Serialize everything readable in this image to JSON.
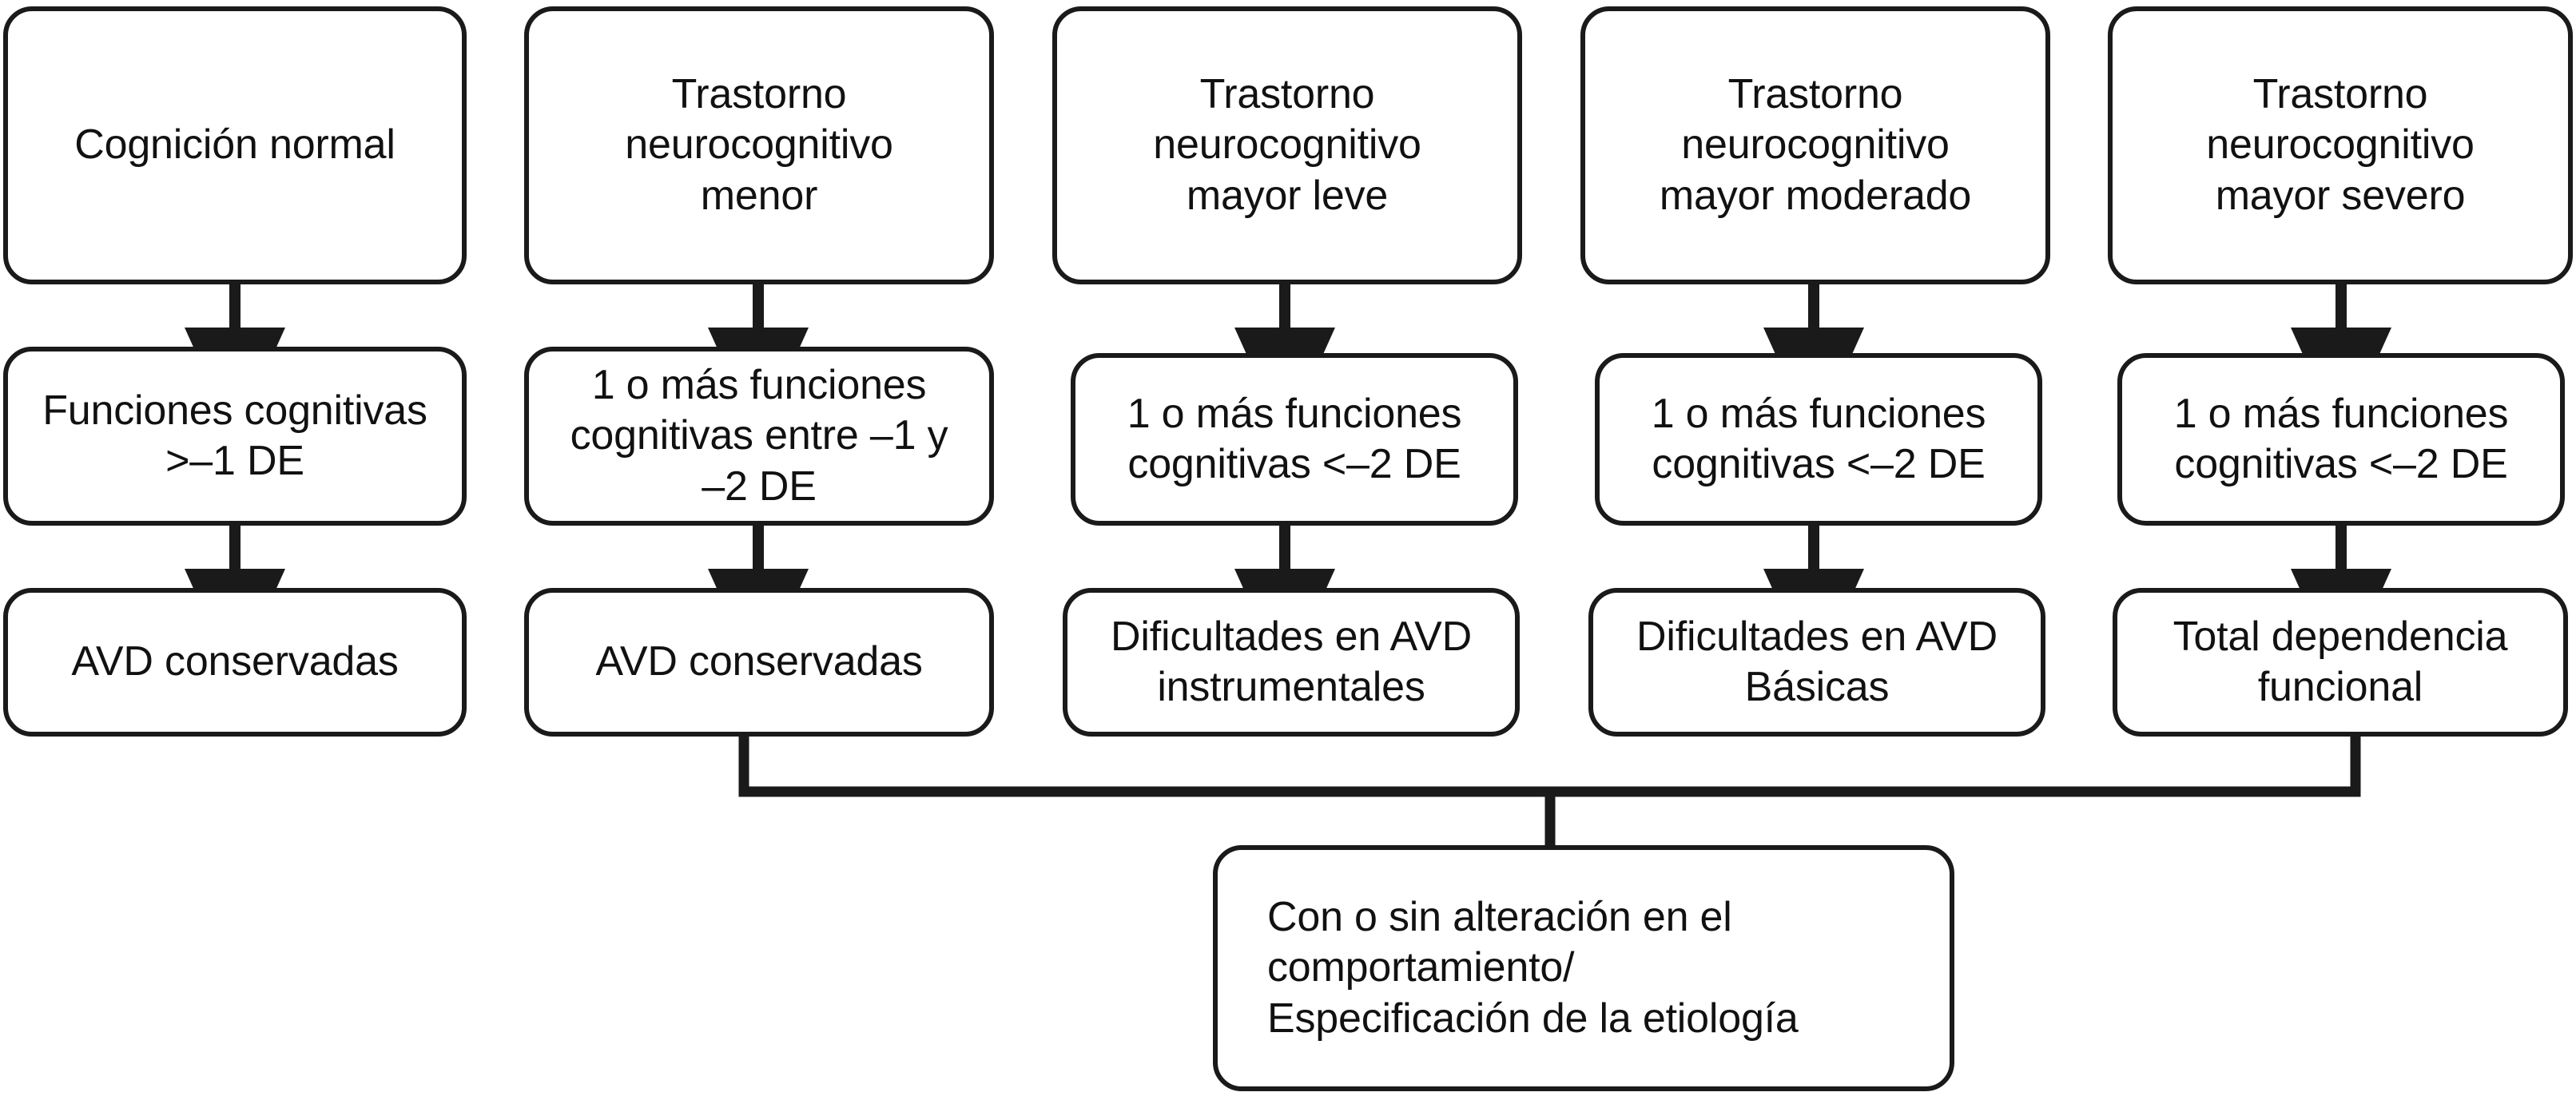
{
  "diagram": {
    "type": "flowchart",
    "title": "",
    "line_color": "#1a1a1a",
    "background_color": "#ffffff",
    "columns": [
      {
        "id": "col-1",
        "stage": "Cognición normal",
        "cognition": "Funciones cognitivas\n>–1 DE",
        "function": "AVD conservadas"
      },
      {
        "id": "col-2",
        "stage": "Trastorno\nneurocognitivo\nmenor",
        "cognition": "1 o más funciones\ncognitivas entre –1 y\n–2 DE",
        "function": "AVD conservadas"
      },
      {
        "id": "col-3",
        "stage": "Trastorno\nneurocognitivo\nmayor leve",
        "cognition": "1 o más funciones\ncognitivas <–2 DE",
        "function": "Dificultades en AVD\ninstrumentales"
      },
      {
        "id": "col-4",
        "stage": "Trastorno\nneurocognitivo\nmayor moderado",
        "cognition": "1 o más funciones\ncognitivas <–2 DE",
        "function": "Dificultades en AVD\nBásicas"
      },
      {
        "id": "col-5",
        "stage": "Trastorno\nneurocognitivo\nmayor severo",
        "cognition": "1 o más funciones\ncognitivas <–2 DE",
        "function": "Total dependencia\nfuncional"
      }
    ],
    "summary_box": {
      "id": "summary",
      "text": "Con o sin alteración en el\ncomportamiento/\nEspecificación de la etiología"
    }
  }
}
